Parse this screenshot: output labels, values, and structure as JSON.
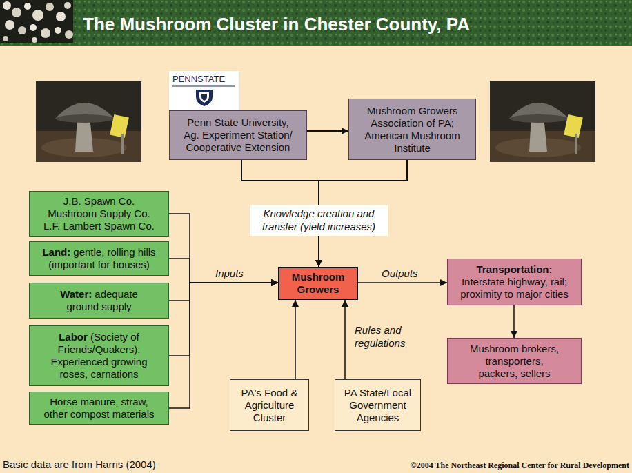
{
  "diagram": {
    "title": "The Mushroom Cluster in Chester County, PA",
    "nodes": [
      {
        "text": [
          "Penn State University, Ag. Experiment Station/ Cooperative Extension"
        ]
      },
      {
        "text": [
          "Mushroom Growers Association of PA; American Mushroom Institute"
        ]
      },
      {
        "text": [
          "J.B. Spawn Co. Mushroom Supply Co. L.F. Lambert Spawn Co."
        ]
      },
      {
        "text": [
          "Land:",
          "gentle, rolling hills (important for houses)"
        ]
      },
      {
        "text": [
          "Water:",
          "adequate ground supply"
        ]
      },
      {
        "text": [
          "Labor",
          "(Society of Friends/Quakers): Experienced growing roses, carnations"
        ]
      },
      {
        "text": [
          "Horse manure, straw, other compost materials"
        ]
      },
      {
        "text": [
          "Mushroom Growers"
        ]
      },
      {
        "text": [
          "Transportation:",
          "Interstate highway, rail; proximity to major cities"
        ]
      },
      {
        "text": [
          "Mushroom brokers, transporters, packers, sellers"
        ]
      },
      {
        "text": [
          "PA's Food & Agriculture Cluster"
        ]
      },
      {
        "text": [
          "PA State/Local Government Agencies"
        ]
      }
    ],
    "edges": [
      {
        "from": 0,
        "to": 1,
        "arrow": "to"
      },
      {
        "from": 0,
        "to": 7,
        "label": "Knowledge creation and transfer (yield increases)",
        "arrow": "to"
      },
      {
        "from": 1,
        "to": 7,
        "arrow": "to"
      },
      {
        "from": 2,
        "to": 7,
        "arrow": "to"
      },
      {
        "from": 3,
        "to": 7,
        "arrow": "to"
      },
      {
        "from": 4,
        "to": 7,
        "label": "Inputs",
        "arrow": "to"
      },
      {
        "from": 5,
        "to": 7,
        "arrow": "to"
      },
      {
        "from": 6,
        "to": 7,
        "arrow": "to"
      },
      {
        "from": 7,
        "to": 8,
        "label": "Outputs",
        "arrow": "to"
      },
      {
        "from": 8,
        "to": 9,
        "arrow": "to"
      },
      {
        "from": 10,
        "to": 7,
        "arrow": "to"
      },
      {
        "from": 11,
        "to": 7,
        "label": "Rules and regulations",
        "arrow": "to"
      }
    ],
    "labels": [
      "PENNSTATE",
      "Basic data are from Harris (2004)",
      "©2004 The Northeast Regional Center for Rural Development"
    ]
  }
}
